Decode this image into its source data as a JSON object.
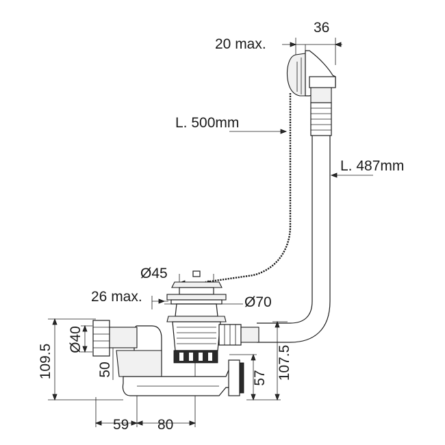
{
  "labels": {
    "width_36": "36",
    "max_20": "20 max.",
    "chain_length": "L. 500mm",
    "hose_length": "L. 487mm",
    "dia_45": "Ø45",
    "max_26": "26 max.",
    "dia_70": "Ø70",
    "dia_40": "Ø40",
    "height_109_5": "109.5",
    "height_50": "50",
    "height_57": "57",
    "height_107_5": "107.5",
    "width_59": "59",
    "width_80": "80"
  },
  "colors": {
    "line": "#1a1a1a",
    "fill_light": "#f1f1f1",
    "fill_dark": "#2a2a2a"
  }
}
